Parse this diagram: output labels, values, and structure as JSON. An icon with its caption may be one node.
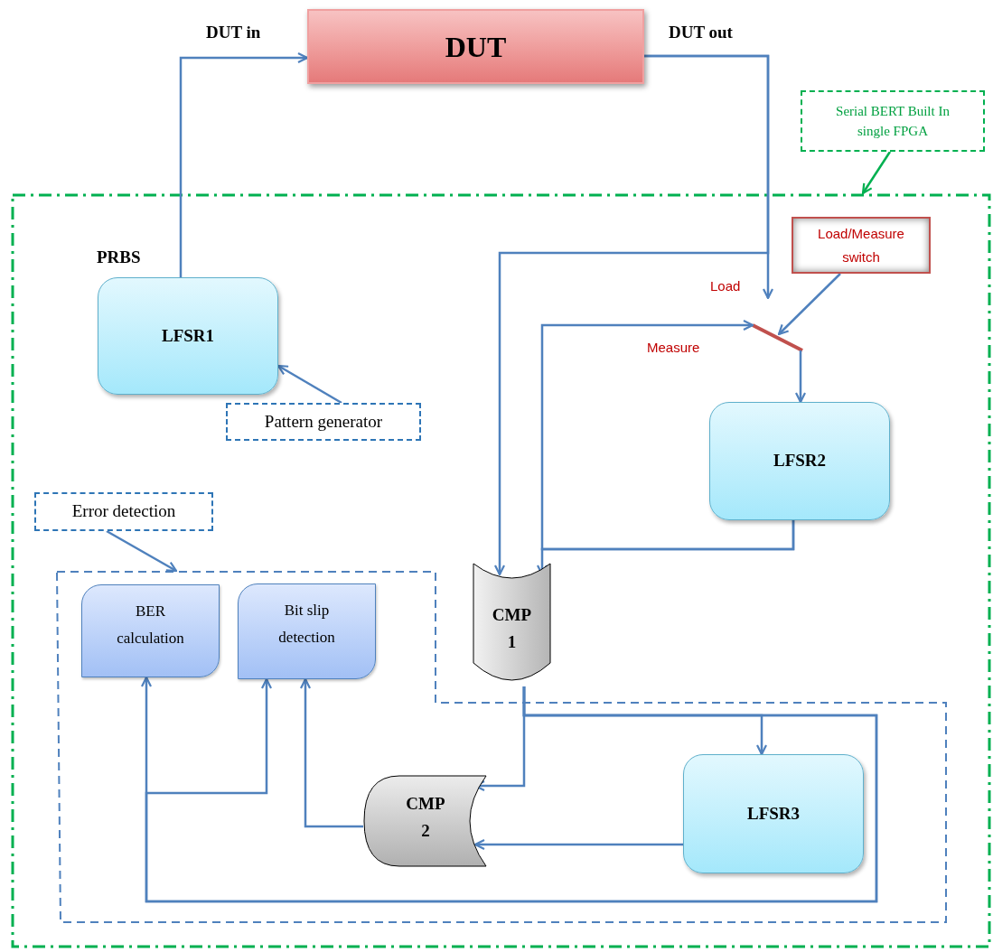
{
  "diagram": {
    "nodes": [
      {
        "text": [
          "DUT"
        ]
      },
      {
        "text": [
          "Serial BERT Built In single FPGA"
        ]
      },
      {
        "text": [],
        "shape": "box"
      },
      {
        "text": [
          "LFSR1"
        ],
        "beside": [
          "PRBS"
        ],
        "in": 2
      },
      {
        "text": [
          "Pattern generator"
        ],
        "in": 2
      },
      {
        "text": [
          "Load/Measure switch"
        ],
        "in": 2
      },
      {
        "text": [],
        "shape": "bar",
        "in": 2
      },
      {
        "text": [
          "LFSR2"
        ],
        "in": 2
      },
      {
        "text": [
          "Error detection"
        ],
        "in": 2
      },
      {
        "text": [],
        "shape": "box",
        "in": 2
      },
      {
        "text": [
          "CMP 1"
        ],
        "in": 2
      },
      {
        "text": [
          "BER calculation"
        ],
        "in": 9
      },
      {
        "text": [
          "Bit slip detection"
        ],
        "in": 9
      },
      {
        "text": [
          "CMP 2"
        ],
        "in": 9
      },
      {
        "text": [
          "LFSR3"
        ],
        "in": 9
      }
    ],
    "edges": [
      {
        "from": 3,
        "to": 0,
        "arrow": "to"
      },
      {
        "from": 0,
        "to": 6,
        "arrow": "to",
        "label": "Load"
      },
      {
        "from": 0,
        "to": 10,
        "arrow": "to"
      },
      {
        "from": 5,
        "to": 6,
        "arrow": "to"
      },
      {
        "from": 6,
        "to": 7,
        "arrow": "to"
      },
      {
        "from": 7,
        "to": 6,
        "arrow": "to",
        "label": "Measure"
      },
      {
        "from": 7,
        "to": 10,
        "arrow": "to"
      },
      {
        "from": 1,
        "to": 2,
        "arrow": "to",
        "color": "#00b050"
      },
      {
        "from": 4,
        "to": 3,
        "arrow": "to"
      },
      {
        "from": 8,
        "to": 9,
        "arrow": "to"
      },
      {
        "from": 10,
        "to": 13,
        "arrow": "to"
      },
      {
        "from": 10,
        "to": 14,
        "arrow": "to"
      },
      {
        "from": 10,
        "to": 11,
        "arrow": "to"
      },
      {
        "from": 10,
        "to": 12,
        "arrow": "to"
      },
      {
        "from": 13,
        "to": 12,
        "arrow": "to"
      },
      {
        "from": 14,
        "to": 13,
        "arrow": "to"
      }
    ],
    "labels": [
      "DUT in",
      "DUT out"
    ]
  }
}
